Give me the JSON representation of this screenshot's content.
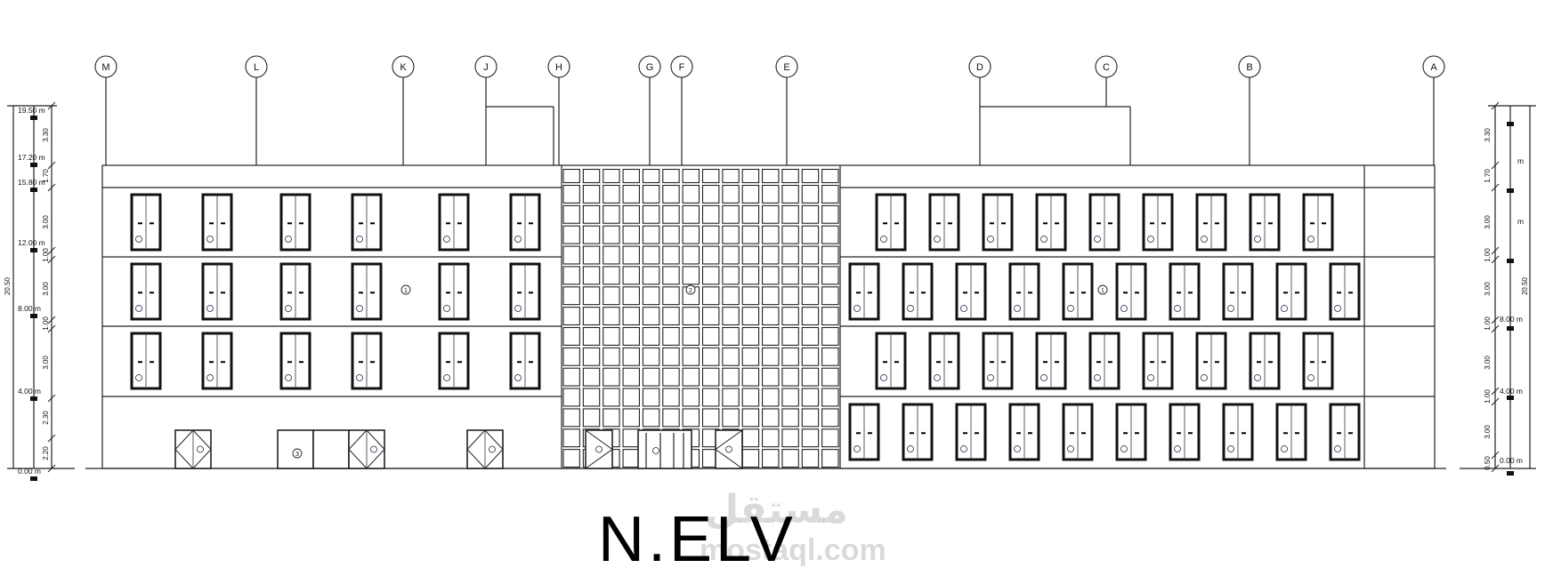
{
  "title": "N.ELV",
  "watermark": {
    "arabic": "مستقل",
    "latin": "mostaql.com"
  },
  "grid_lines": [
    "M",
    "L",
    "K",
    "J",
    "H",
    "G",
    "F",
    "E",
    "D",
    "C",
    "B",
    "A"
  ],
  "tags": {
    "left_block": "1",
    "curtain_wall": "2",
    "right_block": "1",
    "entrance": "3"
  },
  "left_dimensions": {
    "total": "20.50",
    "levels": [
      "19.50 m",
      "17.20 m",
      "15.80 m",
      "12.00 m",
      "8.00 m",
      "4.00 m",
      "0.00 m"
    ],
    "segments": [
      "3.30",
      "1.70",
      "3.00",
      "1.00",
      "3.00",
      "1.00",
      "3.00",
      "2.30",
      "2.20"
    ]
  },
  "right_dimensions": {
    "total": "20.50",
    "levels": [
      "m",
      "m",
      "8.00 m",
      "4.00 m",
      "0.00 m"
    ],
    "segments": [
      "3.30",
      "1.70",
      "3.00",
      "1.00",
      "3.00",
      "1.00",
      "3.00",
      "1.00",
      "3.00",
      "0.50"
    ]
  },
  "windows": {
    "left_block_per_floor": 6,
    "right_block_per_floor": [
      9,
      10,
      9,
      10
    ]
  },
  "colors": {
    "line": "#222222",
    "level_text": "#1a3a8a"
  }
}
